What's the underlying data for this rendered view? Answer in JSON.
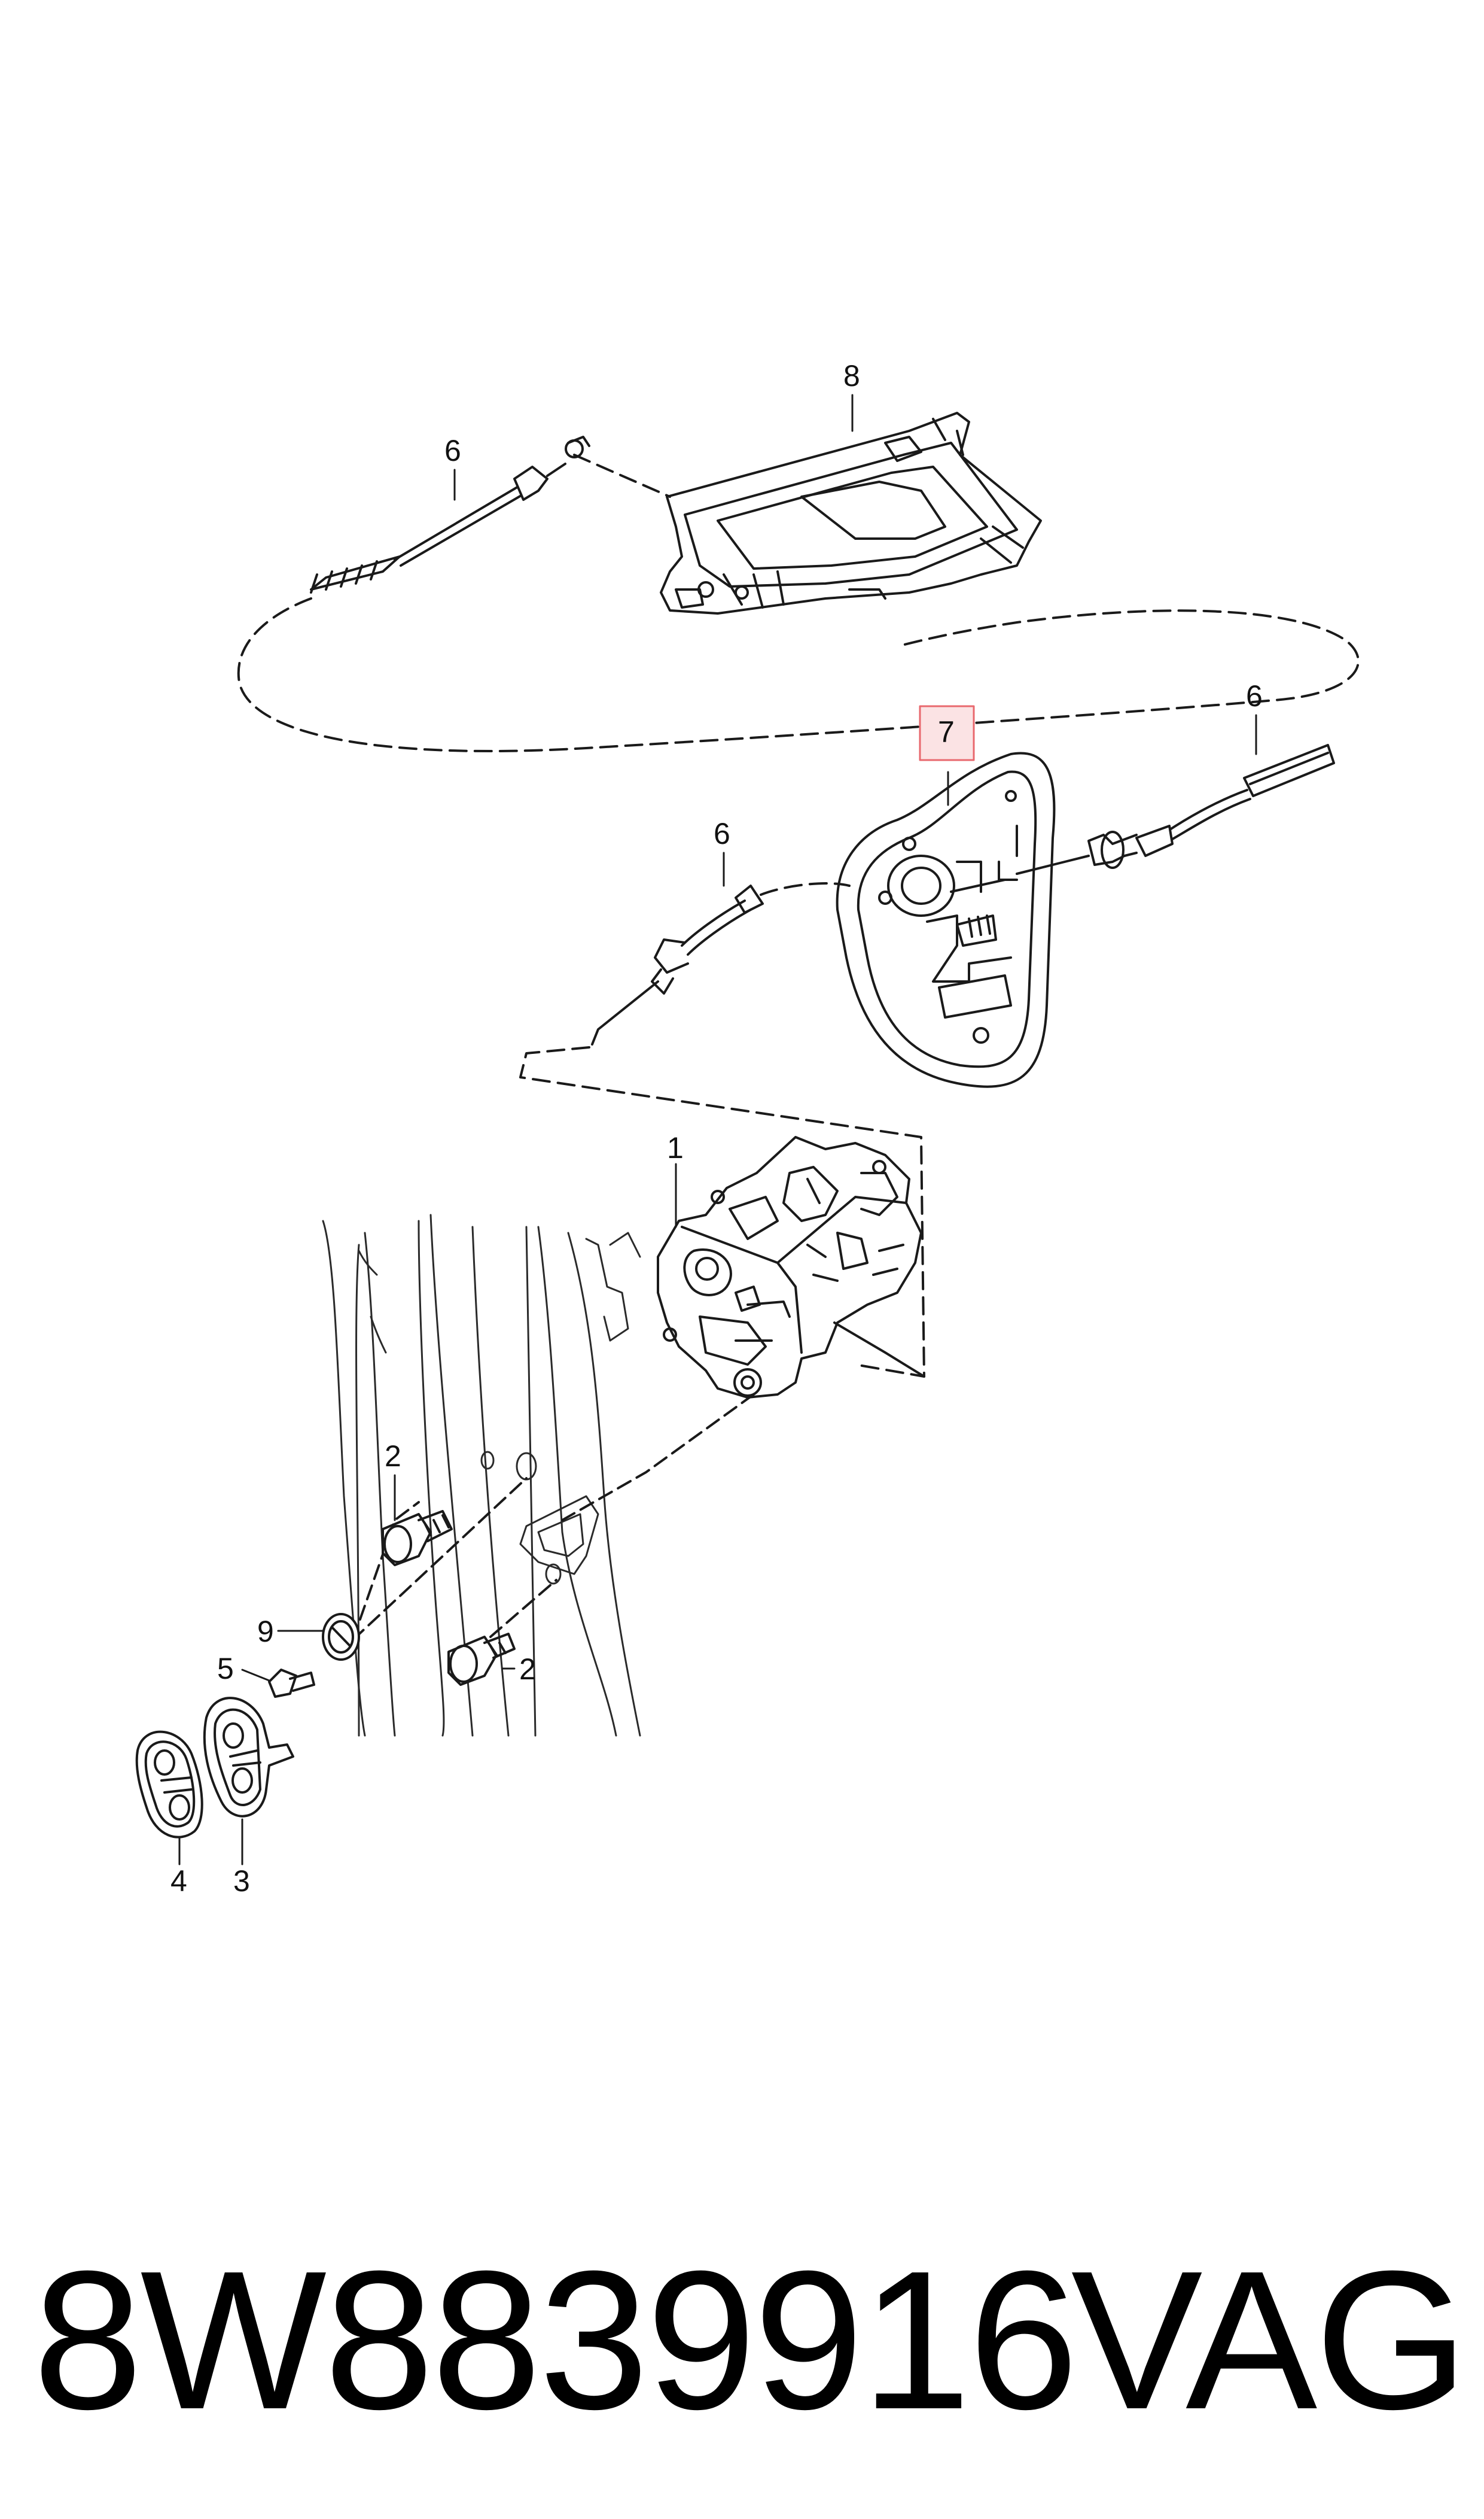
{
  "diagram": {
    "callouts": [
      {
        "id": "label-8",
        "text": "8"
      },
      {
        "id": "label-6-top-left",
        "text": "6"
      },
      {
        "id": "label-6-right",
        "text": "6"
      },
      {
        "id": "label-7",
        "text": "7",
        "highlighted": true
      },
      {
        "id": "label-6-middle",
        "text": "6"
      },
      {
        "id": "label-1",
        "text": "1"
      },
      {
        "id": "label-2-upper",
        "text": "2"
      },
      {
        "id": "label-9",
        "text": "9"
      },
      {
        "id": "label-2-lower",
        "text": "2"
      },
      {
        "id": "label-5",
        "text": "5"
      },
      {
        "id": "label-4",
        "text": "4"
      },
      {
        "id": "label-3",
        "text": "3"
      }
    ],
    "highlight_color": "#e8686e",
    "line_color": "#1a1a1a"
  },
  "footer": {
    "part_number": "8W8839916",
    "brand": "VAG"
  }
}
